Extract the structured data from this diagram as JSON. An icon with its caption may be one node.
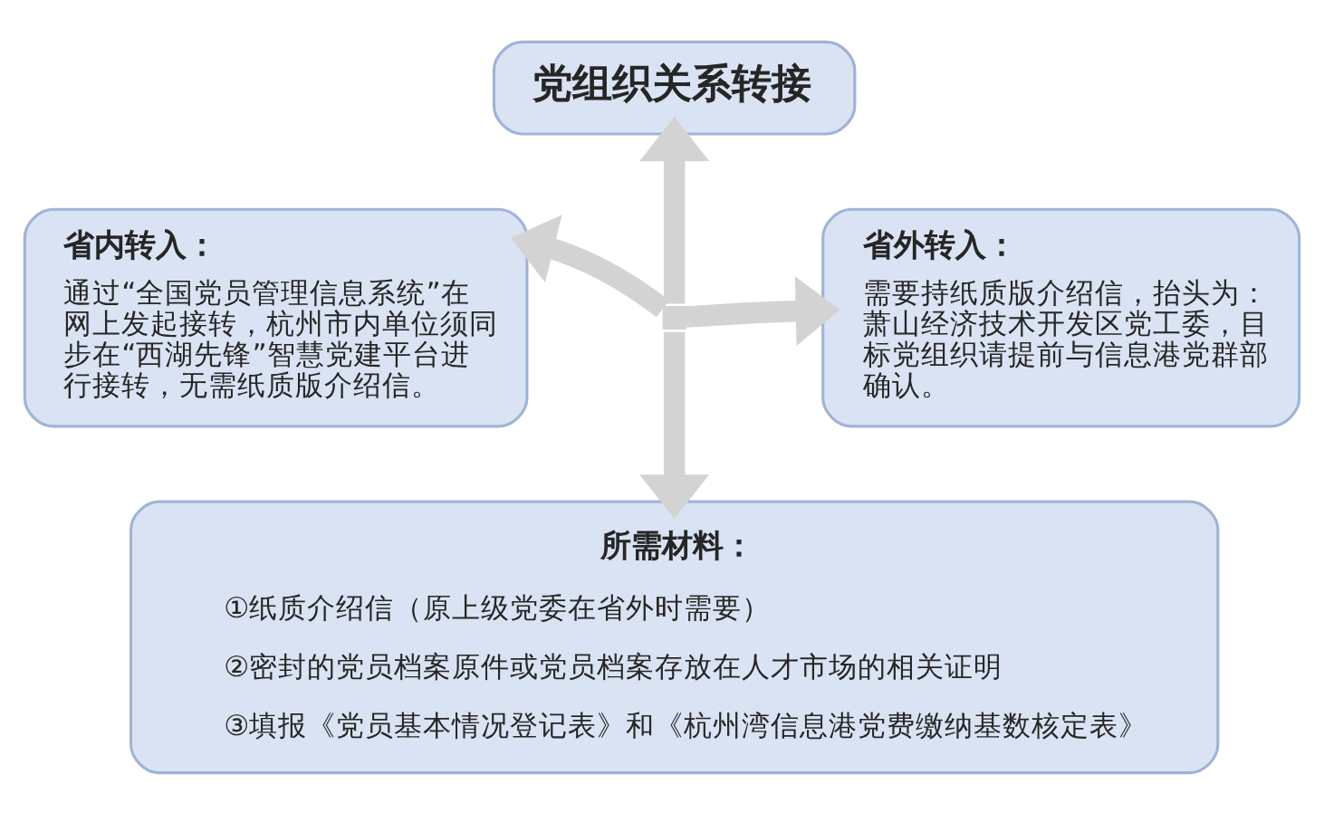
{
  "diagram": {
    "nodes": [
      {
        "text": [
          "党组织关系转接"
        ]
      },
      {
        "text": [
          "省内转入：",
          "通过“全国党员管理信息系统”在网上发起接转，杭州市内单位须同步在“西湖先锋”智慧党建平台进行接转，无需纸质版介绍信。"
        ]
      },
      {
        "text": [],
        "shape": "cross"
      },
      {
        "text": [
          "省外转入：",
          "需要持纸质版介绍信，抬头为：萧山经济技术开发区党工委，目标党组织请提前与信息港党群部确认。"
        ]
      },
      {
        "text": [
          "所需材料：",
          "①纸质介绍信（原上级党委在省外时需要）",
          "②密封的党员档案原件或党员档案存放在人才市场的相关证明",
          "③填报《党员基本情况登记表》和《杭州湾信息港党费缴纳基数核定表》"
        ]
      }
    ],
    "edges": [
      {
        "from": 2,
        "to": 0,
        "arrow": "to"
      },
      {
        "from": 2,
        "to": 1,
        "arrow": "to"
      },
      {
        "from": 2,
        "to": 3,
        "arrow": "to"
      },
      {
        "from": 2,
        "to": 4,
        "arrow": "to"
      }
    ]
  }
}
